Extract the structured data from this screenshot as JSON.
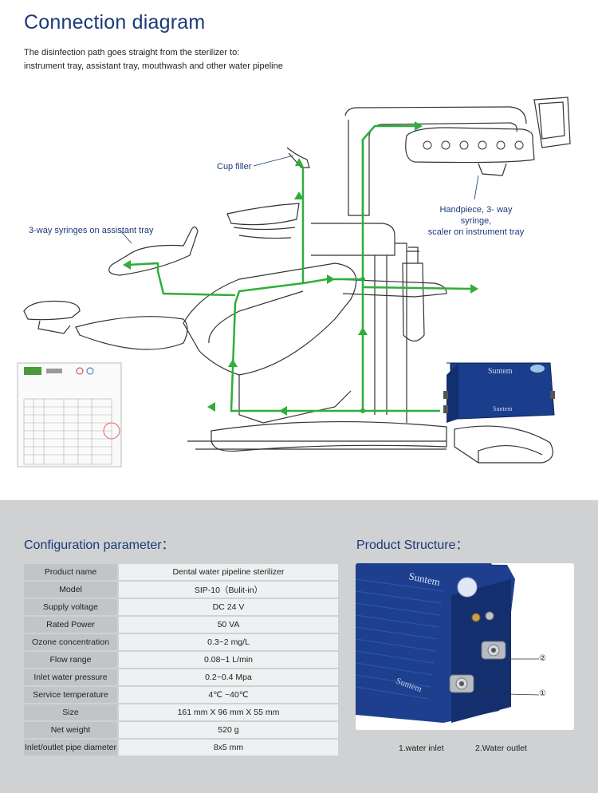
{
  "header": {
    "title": "Connection diagram",
    "subtitle_line1": "The disinfection path goes straight from the sterilizer to:",
    "subtitle_line2": "instrument tray, assistant tray, mouthwash and other water pipeline"
  },
  "diagram": {
    "label_cup_filler": "Cup filler",
    "label_assistant": "3-way syringes on assistant tray",
    "label_handpiece_line1": "Handpiece, 3- way syringe,",
    "label_handpiece_line2": "scaler on instrument tray",
    "device_brand": "Suntem",
    "colors": {
      "pipe": "#2fae3a",
      "device": "#1a3d8c",
      "line": "#333333"
    }
  },
  "config": {
    "title": "Configuration parameter：",
    "rows": [
      {
        "key": "Product name",
        "value": "Dental water pipeline sterilizer"
      },
      {
        "key": "Model",
        "value": "SIP-10（Bulit-in）"
      },
      {
        "key": "Supply voltage",
        "value": "DC 24 V"
      },
      {
        "key": "Rated Power",
        "value": "50 VA"
      },
      {
        "key": "Ozone concentration",
        "value": "0.3~2 mg/L"
      },
      {
        "key": "Flow range",
        "value": "0.08~1 L/min"
      },
      {
        "key": "Inlet water pressure",
        "value": "0.2~0.4 Mpa"
      },
      {
        "key": "Service temperature",
        "value": "4℃ ~40℃"
      },
      {
        "key": "Size",
        "value": "161 mm X 96 mm X 55 mm"
      },
      {
        "key": "Net weight",
        "value": "520 g"
      },
      {
        "key": "Inlet/outlet pipe diameter",
        "value": "8x5 mm"
      }
    ]
  },
  "structure": {
    "title": "Product Structure：",
    "brand": "Suntem",
    "marker_2": "②",
    "marker_1": "①",
    "caption_1": "1.water inlet",
    "caption_2": "2.Water outlet"
  }
}
